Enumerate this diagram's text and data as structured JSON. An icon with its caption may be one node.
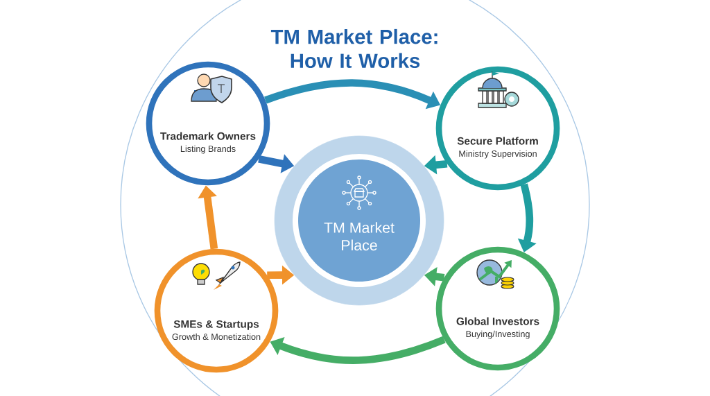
{
  "diagram": {
    "title": "TM Market Place: How It Works",
    "nodes": [
      {
        "text": [
          "TM Market Place"
        ]
      },
      {
        "text": [
          "Trademark Owners",
          "Listing Brands"
        ]
      },
      {
        "text": [
          "Secure Platform",
          "Ministry Supervision"
        ]
      },
      {
        "text": [
          "Global Investors",
          "Buying/Investing"
        ]
      },
      {
        "text": [
          "SMEs & Startups",
          "Growth & Monetization"
        ]
      }
    ],
    "edges": [
      {
        "from": 1,
        "to": 2,
        "arrow": "to",
        "color": "#2a8fb5"
      },
      {
        "from": 2,
        "to": 3,
        "arrow": "to",
        "color": "#1f9ea0"
      },
      {
        "from": 3,
        "to": 4,
        "arrow": "to",
        "color": "#45ad66"
      },
      {
        "from": 4,
        "to": 1,
        "arrow": "to",
        "color": "#f0922b"
      },
      {
        "from": 1,
        "to": 0,
        "arrow": "to",
        "color": "#2f73bb"
      },
      {
        "from": 2,
        "to": 0,
        "arrow": "to",
        "color": "#1f9ea0"
      },
      {
        "from": 3,
        "to": 0,
        "arrow": "to",
        "color": "#45ad66"
      },
      {
        "from": 4,
        "to": 0,
        "arrow": "to",
        "color": "#f0922b"
      }
    ]
  }
}
